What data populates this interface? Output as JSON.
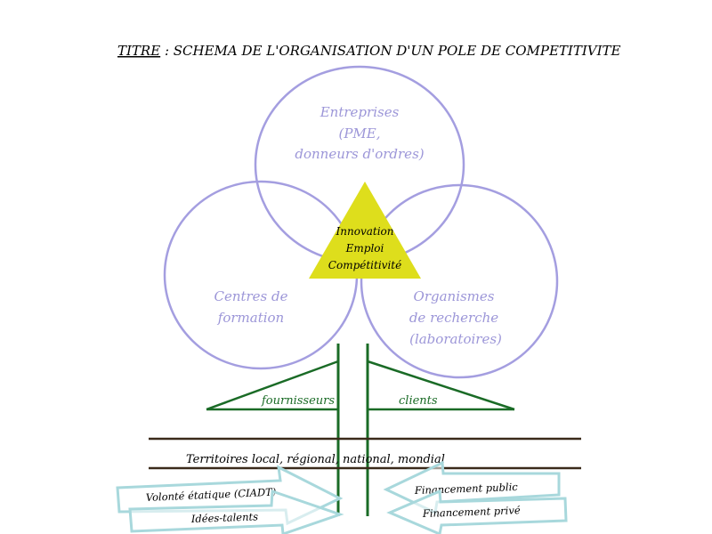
{
  "title": {
    "prefix": "TITRE",
    "text": " : SCHEMA DE L'ORGANISATION D'UN POLE DE COMPETITIVITE"
  },
  "circles": {
    "top": {
      "lines": [
        "Entreprises",
        "(PME,",
        "donneurs d'ordres)"
      ]
    },
    "left": {
      "lines": [
        "Centres de",
        "formation"
      ]
    },
    "right": {
      "lines": [
        "Organismes",
        "de recherche",
        "(laboratoires)"
      ]
    }
  },
  "triangle": {
    "lines": [
      "Innovation",
      "Emploi",
      "Compétitivité"
    ]
  },
  "roots": {
    "left_label": "fournisseurs",
    "right_label": "clients"
  },
  "ground": {
    "label": "Territoires local, régional, national, mondial"
  },
  "inputs": {
    "left": [
      "Volonté étatique (CIADT)",
      "Idées-talents"
    ],
    "right": [
      "Financement public",
      "Financement privé"
    ]
  },
  "colors": {
    "circle_stroke": "#a49ee0",
    "circle_text": "#9c96d8",
    "triangle_fill": "#dede1c",
    "green": "#1a6b26",
    "ground_line": "#3a2a1a",
    "arrow_stroke": "#a8d8dc"
  }
}
